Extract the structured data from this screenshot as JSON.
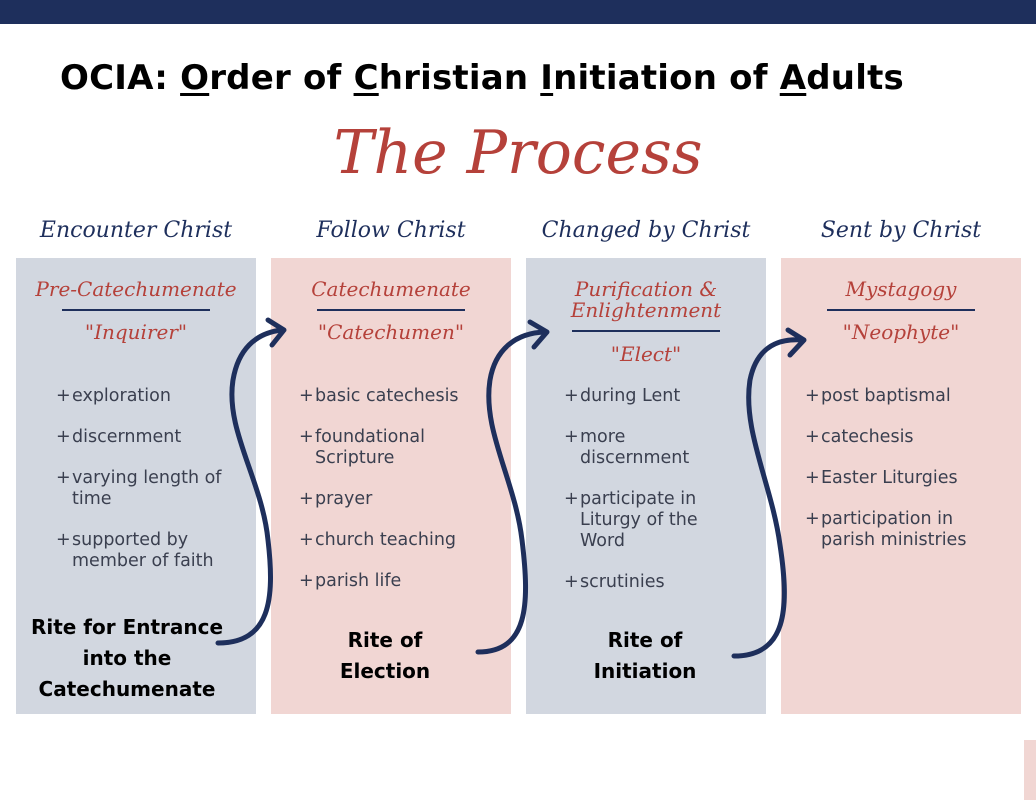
{
  "header": {
    "title_parts": [
      {
        "text": "OCIA: ",
        "u": false
      },
      {
        "text": "O",
        "u": true
      },
      {
        "text": "rder of ",
        "u": false
      },
      {
        "text": "C",
        "u": true
      },
      {
        "text": "hristian ",
        "u": false
      },
      {
        "text": "I",
        "u": true
      },
      {
        "text": "nitiation of ",
        "u": false
      },
      {
        "text": "A",
        "u": true
      },
      {
        "text": "dults",
        "u": false
      }
    ],
    "subtitle": "The Process"
  },
  "colors": {
    "navy": "#1e2f5c",
    "red": "#b5413a",
    "panel_blue": "#d2d7e0",
    "panel_pink": "#f1d6d3"
  },
  "columns": [
    {
      "phase": "Encounter Christ",
      "stage": "Pre-Catechumenate",
      "role": "\"Inquirer\"",
      "items": [
        "exploration",
        "discernment",
        "varying length of time",
        "supported by member of faith"
      ]
    },
    {
      "phase": "Follow Christ",
      "stage": "Catechumenate",
      "role": "\"Catechumen\"",
      "items": [
        "basic catechesis",
        "foundational Scripture",
        "prayer",
        "church teaching",
        "parish life"
      ]
    },
    {
      "phase": "Changed by Christ",
      "stage_line1": "Purification &",
      "stage_line2": "Enlightenment",
      "role": "\"Elect\"",
      "items": [
        "during Lent",
        "more discernment",
        "participate in Liturgy of the Word",
        "scrutinies"
      ]
    },
    {
      "phase": "Sent by Christ",
      "stage": "Mystagogy",
      "role": "\"Neophyte\"",
      "items": [
        "post baptismal",
        "catechesis",
        "Easter Liturgies",
        "participation in parish ministries"
      ]
    }
  ],
  "rites": [
    {
      "line1": "Rite for Entrance",
      "line2": "into the",
      "line3": "Catechumenate"
    },
    {
      "line1": "Rite of",
      "line2": "Election"
    },
    {
      "line1": "Rite of",
      "line2": "Initiation"
    }
  ],
  "icons": [
    "curved-arrow-icon",
    "curved-arrow-icon",
    "curved-arrow-icon"
  ]
}
